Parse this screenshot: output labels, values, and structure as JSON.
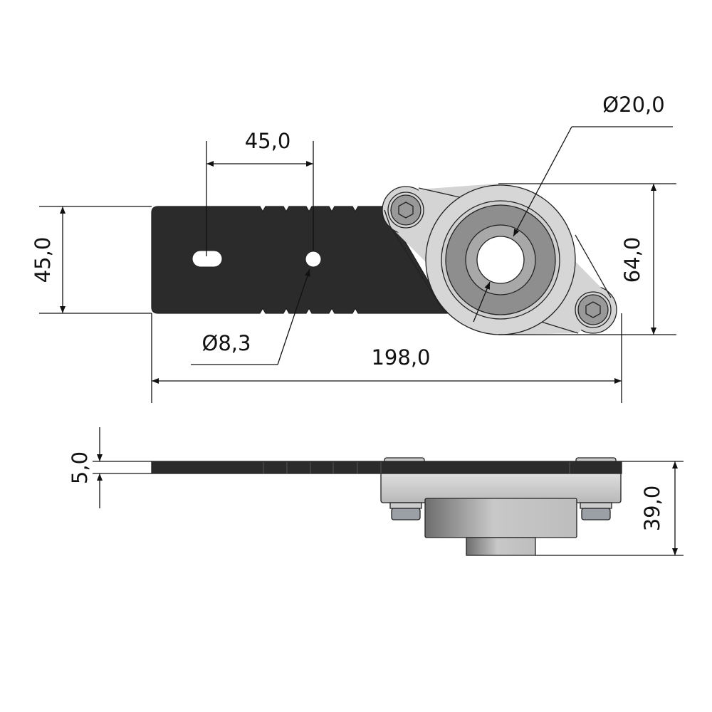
{
  "dimensions": {
    "hole_spacing": "45,0",
    "plate_width": "45,0",
    "bore_diameter": "Ø20,0",
    "flange_height": "64,0",
    "hole_diameter": "Ø8,3",
    "overall_length": "198,0",
    "plate_thickness": "5,0",
    "overall_height": "39,0"
  },
  "colors": {
    "plate": "#2b2b2b",
    "flange": "#d4d4d4",
    "bearing_ring": "#8e8e8e",
    "bolt": "#9a9a9a"
  }
}
